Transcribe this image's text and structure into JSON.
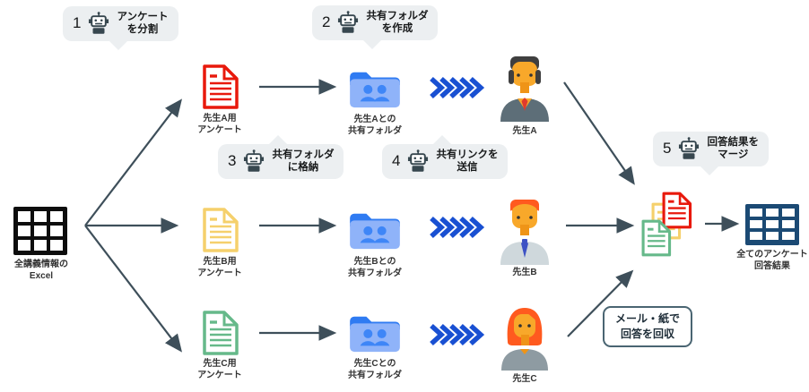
{
  "colors": {
    "arrow": "#3e4f5a",
    "chevron": "#1950d2",
    "bubble_bg": "#eceff1",
    "robot": "#37474f",
    "doc_a_red": "#e8190c",
    "doc_b_yellow": "#f5d06c",
    "doc_c_green": "#66b98a",
    "folder_tab_blue": "#2f7bf2",
    "folder_body_blue": "#8fb3f9",
    "source_excel_black": "#0d0d0d",
    "result_excel_navy": "#1b4a74"
  },
  "callouts": [
    {
      "num": "1",
      "line1": "アンケート",
      "line2": "を分割"
    },
    {
      "num": "2",
      "line1": "共有フォルダ",
      "line2": "を作成"
    },
    {
      "num": "3",
      "line1": "共有フォルダ",
      "line2": "に格納"
    },
    {
      "num": "4",
      "line1": "共有リンクを",
      "line2": "送信"
    },
    {
      "num": "5",
      "line1": "回答結果を",
      "line2": "マージ"
    }
  ],
  "source_excel": {
    "line1": "全講義情報の",
    "line2": "Excel"
  },
  "flows": [
    {
      "doc_line1": "先生A用",
      "doc_line2": "アンケート",
      "folder_line1": "先生Aとの",
      "folder_line2": "共有フォルダ",
      "teacher": "先生A"
    },
    {
      "doc_line1": "先生B用",
      "doc_line2": "アンケート",
      "folder_line1": "先生Bとの",
      "folder_line2": "共有フォルダ",
      "teacher": "先生B"
    },
    {
      "doc_line1": "先生C用",
      "doc_line2": "アンケート",
      "folder_line1": "先生Cとの",
      "folder_line2": "共有フォルダ",
      "teacher": "先生C"
    }
  ],
  "result_excel": {
    "line1": "全てのアンケート",
    "line2": "回答結果"
  },
  "note_box": {
    "line1": "メール・紙で",
    "line2": "回答を回収"
  }
}
